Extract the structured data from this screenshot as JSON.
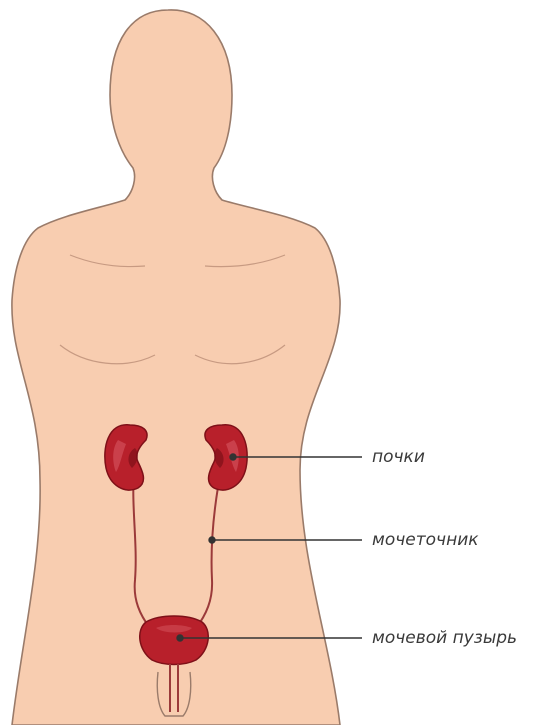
{
  "diagram": {
    "labels": {
      "kidneys": "почки",
      "ureter": "мочеточник",
      "bladder": "мочевой пузырь"
    },
    "colors": {
      "skin": "#f8cdb0",
      "skin_outline": "#9a7b6a",
      "organ": "#b8202b",
      "organ_dark": "#7e1018",
      "organ_light": "#d55660",
      "leader_line": "#333333",
      "background": "#ffffff"
    }
  }
}
